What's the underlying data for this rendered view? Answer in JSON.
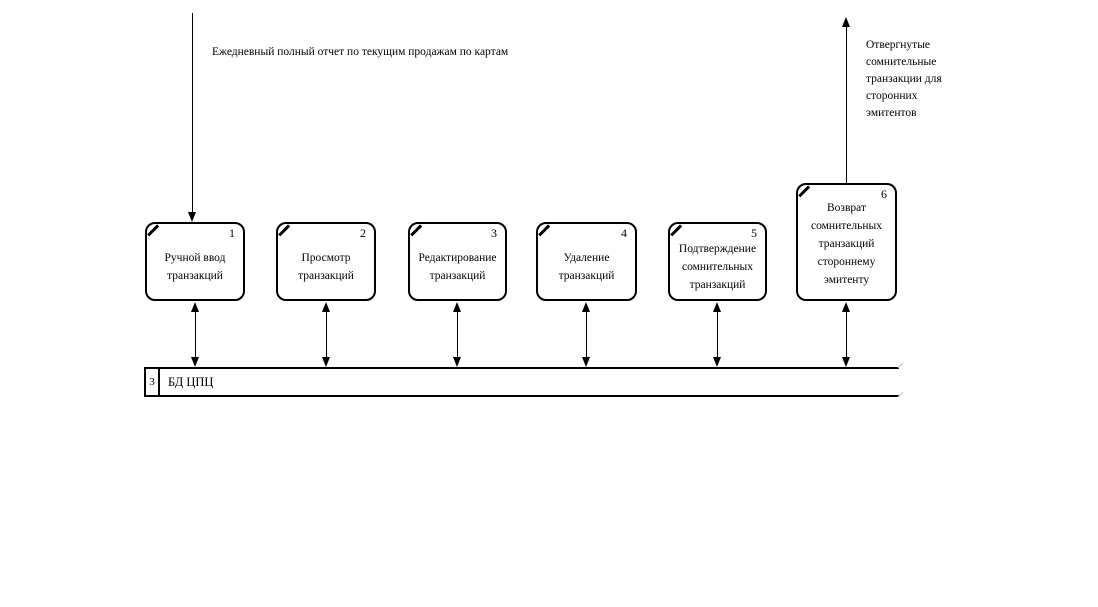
{
  "diagram": {
    "input_flow_label": "Ежедневный полный отчет по текущим продажам по картам",
    "output_flow_label": "Отвергнутые сомнительные транзакции для сторонних эмитентов",
    "processes": [
      {
        "number": "1",
        "label": "Ручной ввод транзакций"
      },
      {
        "number": "2",
        "label": "Просмотр транзакций"
      },
      {
        "number": "3",
        "label": "Редактирование транзакций"
      },
      {
        "number": "4",
        "label": "Удаление транзакций"
      },
      {
        "number": "5",
        "label": "Подтверждение сомнительных транзакций"
      },
      {
        "number": "6",
        "label": "Возврат сомнительных транзакций стороннему эмитенту"
      }
    ],
    "datastore": {
      "number": "3",
      "label": "БД ЦПЦ"
    },
    "colors": {
      "line": "#000000",
      "background": "#ffffff"
    }
  }
}
